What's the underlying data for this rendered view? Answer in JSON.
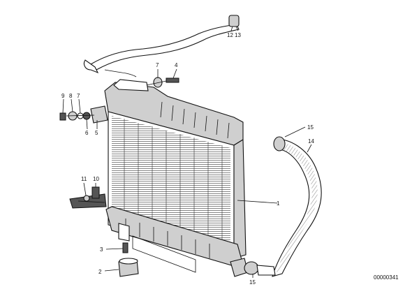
{
  "diagram": {
    "reference_number": "00000341",
    "callouts": {
      "c1": "1",
      "c2": "2",
      "c3": "3",
      "c4": "4",
      "c5": "5",
      "c6": "6",
      "c7a": "7",
      "c7b": "7",
      "c8": "8",
      "c9": "9",
      "c10": "10",
      "c11": "11",
      "c12": "12",
      "c13": "13",
      "c14": "14",
      "c15a": "15",
      "c15b": "15"
    }
  }
}
